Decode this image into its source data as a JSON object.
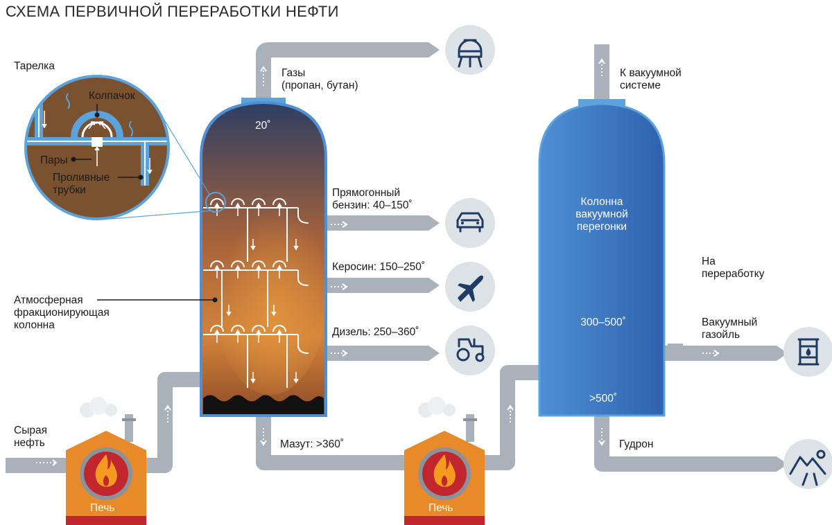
{
  "title": "СХЕМА ПЕРВИЧНОЙ ПЕРЕРАБОТКИ НЕФТИ",
  "labels": {
    "plate": "Тарелка",
    "cap": "Колпачок",
    "vapors": "Пары",
    "downcomer_1": "Проливные",
    "downcomer_2": "трубки",
    "atm_col_1": "Атмосферная",
    "atm_col_2": "фракционирующая",
    "atm_col_3": "колонна",
    "crude_1": "Сырая",
    "crude_2": "нефть",
    "furnace_1": "Печь",
    "furnace_2": "Печь",
    "gases_1": "Газы",
    "gases_2": "(пропан, бутан)",
    "top_temp": "20˚",
    "gasoline_1": "Прямогонный",
    "gasoline_2": "бензин: 40–150˚",
    "kerosene": "Керосин: 150–250˚",
    "diesel": "Дизель: 250–360˚",
    "fuel_oil": "Мазут: >360˚",
    "vac_col_1": "Колонна",
    "vac_col_2": "вакуумной",
    "vac_col_3": "перегонки",
    "vac_temp_mid": "300–500˚",
    "vac_temp_bottom": ">500˚",
    "to_vacuum_1": "К вакуумной",
    "to_vacuum_2": "системе",
    "processing_1": "На",
    "processing_2": "переработку",
    "vgo_1": "Вакуумный",
    "vgo_2": "газойль",
    "tar": "Гудрон"
  },
  "colors": {
    "pipe": "#a9b2bb",
    "furnace": "#e8892a",
    "furnace_base": "#c0272d",
    "vacuum_column": "#3f78c4",
    "column_top": "#2d3e63",
    "column_bottom": "#c66a2b",
    "icon_line": "#1f3a63",
    "icon_bg": "#dde2e7"
  },
  "icons": [
    "gas-tank-icon",
    "car-icon",
    "airplane-icon",
    "tractor-icon",
    "oil-barrel-icon",
    "road-icon",
    "fire-icon"
  ]
}
